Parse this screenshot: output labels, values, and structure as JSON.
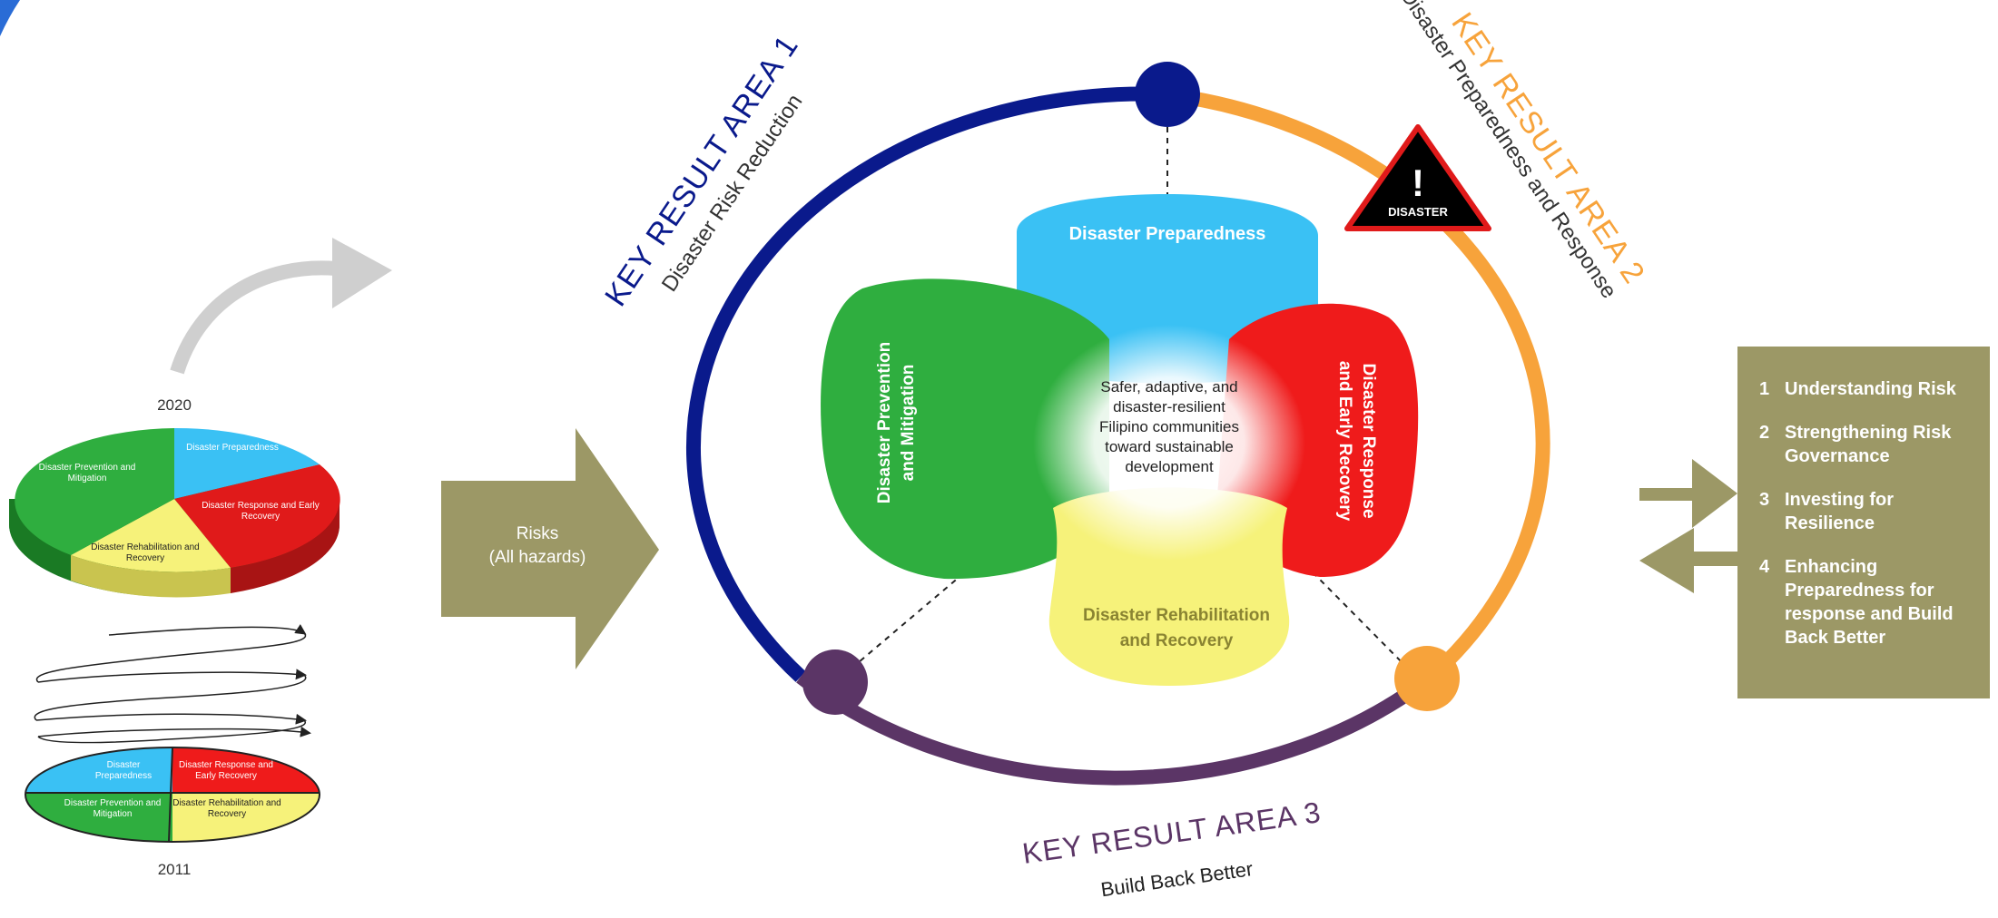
{
  "timeline": {
    "year_top": "2020",
    "year_bottom": "2011",
    "pie": {
      "prevention": "Disaster Prevention and Mitigation",
      "preparedness": "Disaster Preparedness",
      "response": "Disaster Response and Early Recovery",
      "rehabilitation": "Disaster Rehabilitation and Recovery"
    },
    "ellipse": {
      "preparedness": "Disaster Preparedness",
      "response": "Disaster Response and Early Recovery",
      "prevention": "Disaster Prevention and Mitigation",
      "rehabilitation": "Disaster Rehabilitation and Recovery"
    }
  },
  "risks_arrow": {
    "line1": "Risks",
    "line2": "(All hazards)"
  },
  "kra1": {
    "title": "KEY RESULT AREA 1",
    "subtitle": "Disaster Risk Reduction",
    "color": "#0a1a8c"
  },
  "kra2": {
    "title": "KEY RESULT AREA 2",
    "subtitle": "Disaster Preparedness and Response",
    "color": "#f7a33b"
  },
  "kra3": {
    "title": "KEY RESULT AREA 3",
    "subtitle": "Build Back Better",
    "color": "#5b3566"
  },
  "warning": {
    "label": "DISASTER",
    "symbol": "!"
  },
  "petals": {
    "preparedness": {
      "label": "Disaster Preparedness",
      "color": "#3ac1f4"
    },
    "prevention": {
      "line1": "Disaster Prevention",
      "line2": "and Mitigation",
      "color": "#2fae3f"
    },
    "response": {
      "line1": "Disaster Response",
      "line2": "and Early Recovery",
      "color": "#ef1b1b"
    },
    "rehabilitation": {
      "line1": "Disaster Rehabilitation",
      "line2": "and Recovery",
      "color": "#f6f27a"
    }
  },
  "center": {
    "line1": "Safer, adaptive, and",
    "line2": "disaster-resilient",
    "line3": "Filipino communities",
    "line4": "toward sustainable",
    "line5": "development"
  },
  "priorities": {
    "items": [
      {
        "num": "1",
        "text": "Understanding Risk"
      },
      {
        "num": "2",
        "text": "Strengthening Risk Governance"
      },
      {
        "num": "3",
        "text": "Investing for Resilience"
      },
      {
        "num": "4",
        "text": "Enhancing Preparedness for response and Build Back Better"
      }
    ],
    "color": "#9c9866"
  }
}
